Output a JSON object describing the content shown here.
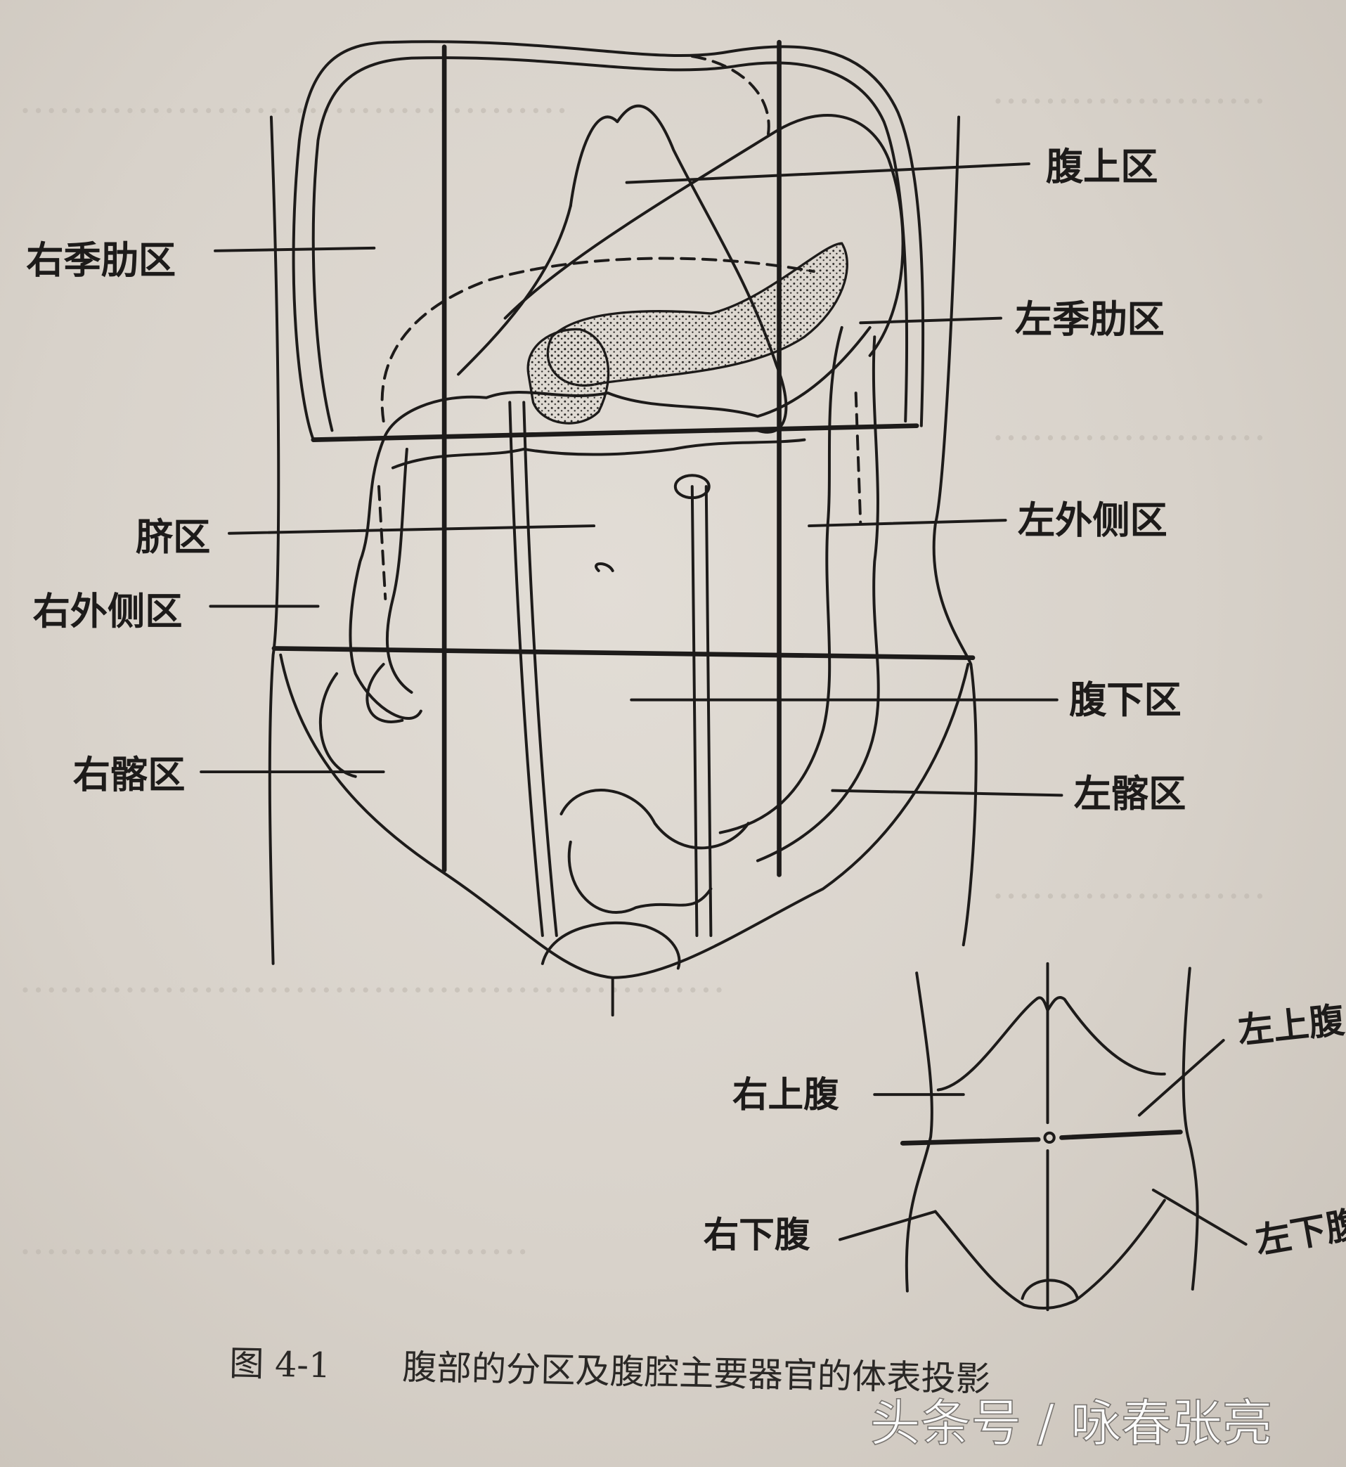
{
  "figure": {
    "regions": {
      "epigastric": "腹上区",
      "right_hypochondriac": "右季肋区",
      "left_hypochondriac": "左季肋区",
      "umbilical": "脐区",
      "left_lateral": "左外侧区",
      "right_lateral": "右外侧区",
      "hypogastric": "腹下区",
      "right_iliac": "右髂区",
      "left_iliac": "左髂区"
    },
    "inset": {
      "right_upper": "右上腹",
      "left_upper": "左上腹",
      "right_lower": "右下腹",
      "left_lower": "左下腹"
    },
    "caption": {
      "number": "图 4-1",
      "title": "腹部的分区及腹腔主要器官的体表投影"
    }
  },
  "watermark": "头条号 / 咏春张亮",
  "colors": {
    "paper": "#d8d2ca",
    "ink": "#1d1b1a"
  }
}
